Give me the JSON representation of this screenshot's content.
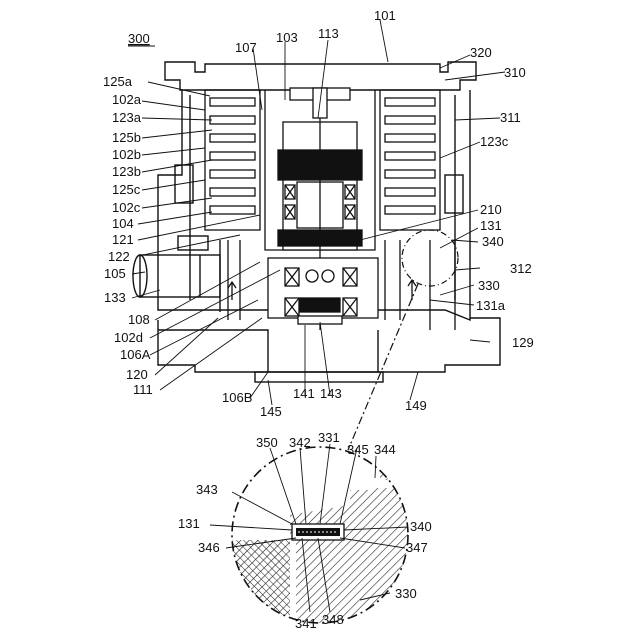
{
  "figure": {
    "number": "300",
    "labels": [
      "101",
      "103",
      "113",
      "107",
      "320",
      "310",
      "311",
      "123c",
      "125a",
      "102a",
      "123a",
      "125b",
      "102b",
      "123b",
      "125c",
      "102c",
      "104",
      "121",
      "122",
      "105",
      "133",
      "108",
      "102d",
      "106A",
      "120",
      "111",
      "106B",
      "145",
      "141",
      "143",
      "149",
      "129",
      "330",
      "131a",
      "312",
      "340",
      "131",
      "210",
      "350",
      "342",
      "331",
      "345",
      "344",
      "343",
      "131",
      "346",
      "340",
      "347",
      "330",
      "341",
      "348"
    ]
  },
  "colors": {
    "ink": "#111111",
    "paper": "#ffffff",
    "hatch": "#222222"
  }
}
